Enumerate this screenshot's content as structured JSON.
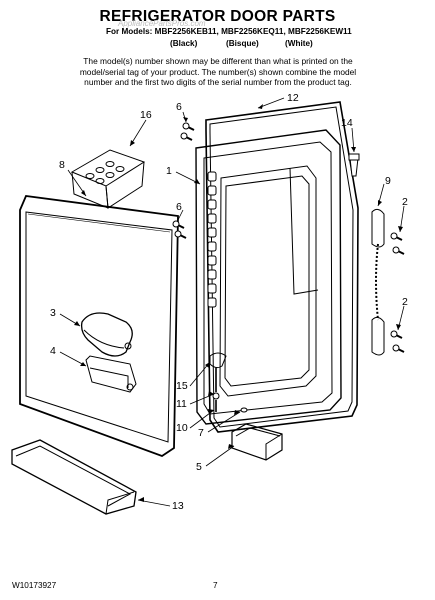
{
  "header": {
    "title": "REFRIGERATOR DOOR PARTS",
    "models_line": "For Models: MBF2256KEB11, MBF2256KEQ11, MBF2256KEW11",
    "colors": [
      "(Black)",
      "(Bisque)",
      "(White)"
    ],
    "watermark": "AppliancePartsPros.com"
  },
  "note_lines": [
    "The model(s) number shown may be different than what is printed on the",
    "model/serial tag of your product. The number(s) shown combine the model",
    "number and the first two digits of the serial number from the product tag."
  ],
  "callouts": {
    "c6a": "6",
    "c12": "12",
    "c16": "16",
    "c14": "14",
    "c8": "8",
    "c1": "1",
    "c9": "9",
    "c6b": "6",
    "c2a": "2",
    "c2b": "2",
    "c3": "3",
    "c4": "4",
    "c15": "15",
    "c11": "11",
    "c10": "10",
    "c7": "7",
    "c5": "5",
    "c13": "13"
  },
  "footer": {
    "doc_number": "W10173927",
    "page_number": "7"
  }
}
